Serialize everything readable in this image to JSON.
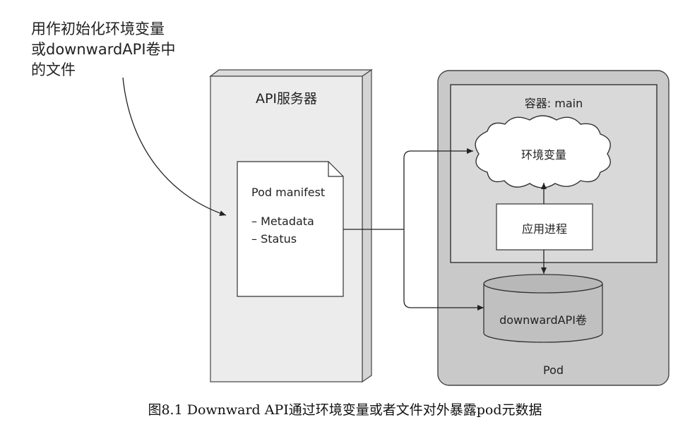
{
  "annotation": [
    "用作初始化环境变量",
    "或downwardAPI卷中",
    "的文件"
  ],
  "api_server": {
    "title": "API服务器"
  },
  "manifest": {
    "title": "Pod manifest",
    "items": [
      "– Metadata",
      "– Status"
    ]
  },
  "pod": {
    "label": "Pod",
    "container": {
      "title": "容器: main",
      "env_vars": "环境变量",
      "app_process": "应用进程"
    },
    "volume": "downwardAPI卷"
  },
  "caption": "图8.1 Downward API通过环境变量或者文件对外暴露pod元数据",
  "colors": {
    "pod_fill": "#c9c9c9",
    "container_fill": "#d9d9d9",
    "server_fill": "#ececec",
    "stroke": "#333333"
  }
}
